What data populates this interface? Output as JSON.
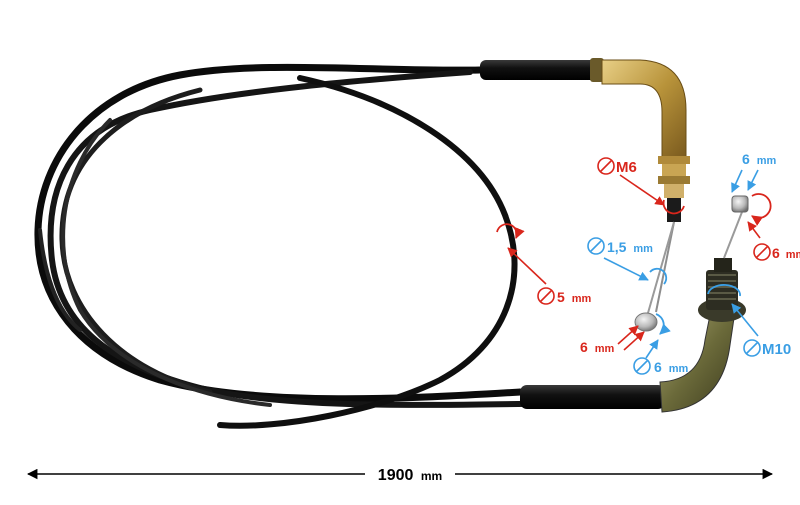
{
  "dimension": {
    "length_value": "1900",
    "length_unit": "mm"
  },
  "callouts": {
    "m6": "M6",
    "cable_dia_value": "5",
    "cable_dia_unit": "mm",
    "inner_wire_value": "1,5",
    "inner_wire_unit": "mm",
    "nipple_a_value": "6",
    "nipple_a_unit": "mm",
    "nipple_b_value": "6",
    "nipple_b_unit": "mm",
    "nipple_c_value": "6",
    "nipple_c_unit": "mm",
    "nipple_d_value": "6",
    "nipple_d_unit": "mm",
    "m10": "M10"
  },
  "colors": {
    "red": "#d9261c",
    "blue": "#3a9ee4",
    "cable": "#111111",
    "chrome_gold": "#b8933a",
    "chrome_dark": "#6b6a3a"
  }
}
